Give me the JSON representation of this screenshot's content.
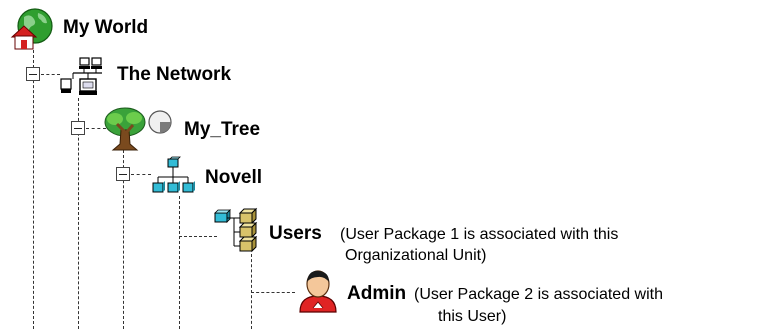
{
  "tree": {
    "root": {
      "label": "My World",
      "icon": "globe-house-icon"
    },
    "network": {
      "label": "The Network",
      "icon": "network-computers-icon"
    },
    "tree_node": {
      "label": "My_Tree",
      "icon": "tree-icon",
      "status_icon": "partition-pie-icon"
    },
    "org": {
      "label": "Novell",
      "icon": "organization-icon"
    },
    "ou": {
      "label": "Users",
      "icon": "organizational-unit-icon",
      "note_line1": "(User Package 1 is associated with this",
      "note_line2": "Organizational Unit)"
    },
    "user": {
      "label": "Admin",
      "icon": "user-icon",
      "note_line1": "(User Package 2 is associated with",
      "note_line2": "this User)"
    }
  },
  "colors": {
    "globe_green": "#2f9e2f",
    "house_red": "#d42020",
    "tree_trunk": "#7a4a1e",
    "cube_cyan": "#33bcd6",
    "cube_tan": "#d8c36a",
    "user_red": "#e02424"
  }
}
